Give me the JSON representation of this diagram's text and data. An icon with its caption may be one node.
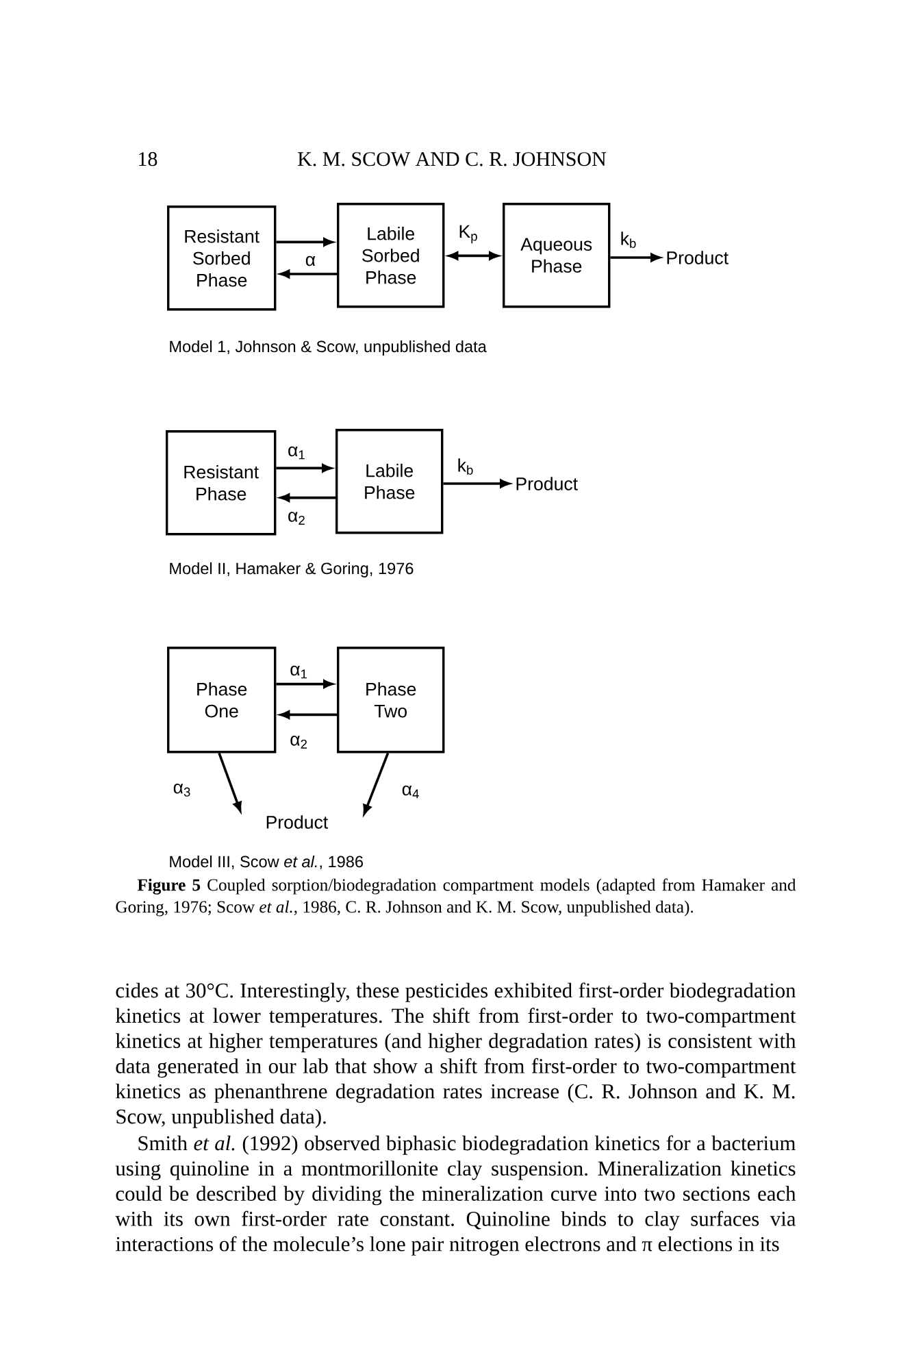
{
  "diagram": {
    "nodes": [
      {
        "text": [
          "Resistant Sorbed Phase"
        ]
      },
      {
        "text": [
          "Labile Sorbed Phase"
        ]
      },
      {
        "text": [
          "Aqueous Phase"
        ]
      },
      {
        "text": [
          "Product"
        ]
      },
      {
        "text": [
          "Resistant Phase"
        ]
      },
      {
        "text": [
          "Labile Phase"
        ]
      },
      {
        "text": [
          "Product"
        ]
      },
      {
        "text": [
          "Phase One"
        ]
      },
      {
        "text": [
          "Phase Two"
        ]
      },
      {
        "text": [
          "Product"
        ]
      }
    ],
    "edges": [
      {
        "from": 0,
        "to": 1,
        "arrow": "to"
      },
      {
        "from": 1,
        "to": 0,
        "arrow": "to",
        "label": "α"
      },
      {
        "from": 1,
        "to": 2,
        "arrow": "both",
        "label": "K$_{p}$"
      },
      {
        "from": 2,
        "to": 3,
        "arrow": "to",
        "label": "k$_{b}$"
      },
      {
        "from": 4,
        "to": 5,
        "arrow": "to",
        "label": "α$_{1}$"
      },
      {
        "from": 5,
        "to": 4,
        "arrow": "to",
        "label": "α$_{2}$"
      },
      {
        "from": 5,
        "to": 6,
        "arrow": "to",
        "label": "k$_{b}$"
      },
      {
        "from": 7,
        "to": 8,
        "arrow": "to",
        "label": "α$_{1}$"
      },
      {
        "from": 8,
        "to": 7,
        "arrow": "to",
        "label": "α$_{2}$"
      },
      {
        "from": 7,
        "to": 9,
        "arrow": "to",
        "label": "α$_{3}$"
      },
      {
        "from": 8,
        "to": 9,
        "arrow": "to",
        "label": "α$_{4}$"
      }
    ],
    "labels": [
      "18",
      "K. M. SCOW AND C. R. JOHNSON",
      "Model 1, Johnson & Scow, unpublished data",
      "Model II, Hamaker & Goring, 1976",
      "Model III, Scow *et al.*, 1986",
      "cides at 30°C. Interestingly, these pesticides exhibited first-order biodegradation kinetics at lower temperatures. The shift from first-order to two-compartment kinetics at higher temperatures (and higher degradation rates) is consistent with data generated in our lab that show a shift from first-order to two-compartment kinetics as phenanthrene degradation rates increase (C. R. Johnson and K. M. Scow, unpublished data).",
      "Smith *et al.* (1992) observed biphasic biodegradation kinetics for a bacterium using quinoline in a montmorillonite clay suspension. Mineralization kinetics could be described by dividing the mineralization curve into two sections each with its own first-order rate constant. Quinoline binds to clay surfaces via interactions of the molecule’s lone pair nitrogen electrons and π elections in its"
    ],
    "caption": "**Figure 5** Coupled sorption/biodegradation compartment models (adapted from Hamaker and Goring, 1976; Scow *et al.*, 1986, C. R. Johnson and K. M. Scow, unpublished data)."
  }
}
